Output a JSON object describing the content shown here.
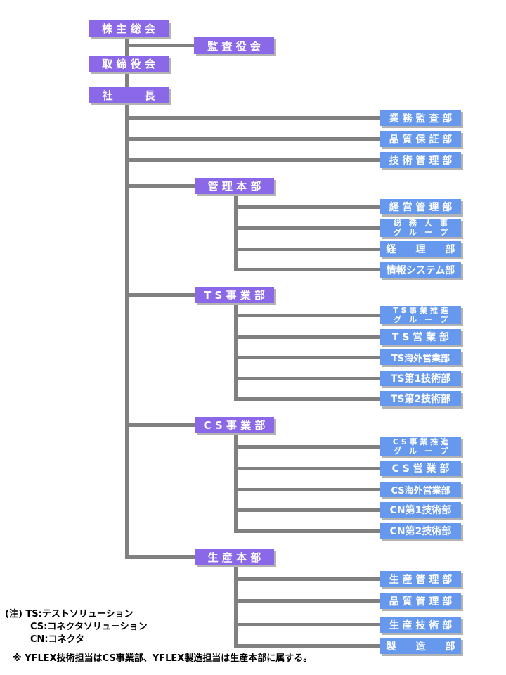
{
  "org": {
    "governance": {
      "shareholders": "株 主 総 会",
      "audit_board": "監 査 役 会",
      "board_of_directors": "取 締 役 会",
      "president": "社　　　長"
    },
    "staff_departments": [
      {
        "label": "業 務 監 査 部"
      },
      {
        "label": "品 質 保 証 部"
      },
      {
        "label": "技 術 管 理 部"
      }
    ],
    "divisions": [
      {
        "label": "管 理 本 部",
        "children": [
          {
            "label": "経 営 管 理 部"
          },
          {
            "line1": "総　務　人　事",
            "line2": "グ　ル　ー　プ"
          },
          {
            "label": "経　　理　　部"
          },
          {
            "label": "情報システム部"
          }
        ]
      },
      {
        "label": "T S 事 業 部",
        "children": [
          {
            "line1": "T S 事 業 推 進",
            "line2": "グ　ル　ー　プ"
          },
          {
            "label": "T S 営 業 部"
          },
          {
            "label": "TS海外営業部"
          },
          {
            "label": "TS第1技術部"
          },
          {
            "label": "TS第2技術部"
          }
        ]
      },
      {
        "label": "C S 事 業 部",
        "children": [
          {
            "line1": "C S 事 業 推 進",
            "line2": "グ　ル　ー　プ"
          },
          {
            "label": "C S 営 業 部"
          },
          {
            "label": "CS海外営業部"
          },
          {
            "label": "CN第1技術部"
          },
          {
            "label": "CN第2技術部"
          }
        ]
      },
      {
        "label": "生 産 本 部",
        "children": [
          {
            "label": "生 産 管 理 部"
          },
          {
            "label": "品 質 管 理 部"
          },
          {
            "label": "生 産 技 術 部"
          },
          {
            "label": "製　　造　　部"
          }
        ]
      }
    ],
    "notes": {
      "legend": [
        "(注) TS:テストソリューション",
        "CS:コネクタソリューション",
        "CN:コネクタ"
      ],
      "remark": "※ YFLEX技術担当はCS事業部、YFLEX製造担当は生産本部に属する。"
    },
    "colors": {
      "executive_box": "#8a68e8",
      "department_box": "#6699ee",
      "connector": "#808080",
      "box_text": "#ffffff",
      "note_text": "#000000"
    }
  }
}
